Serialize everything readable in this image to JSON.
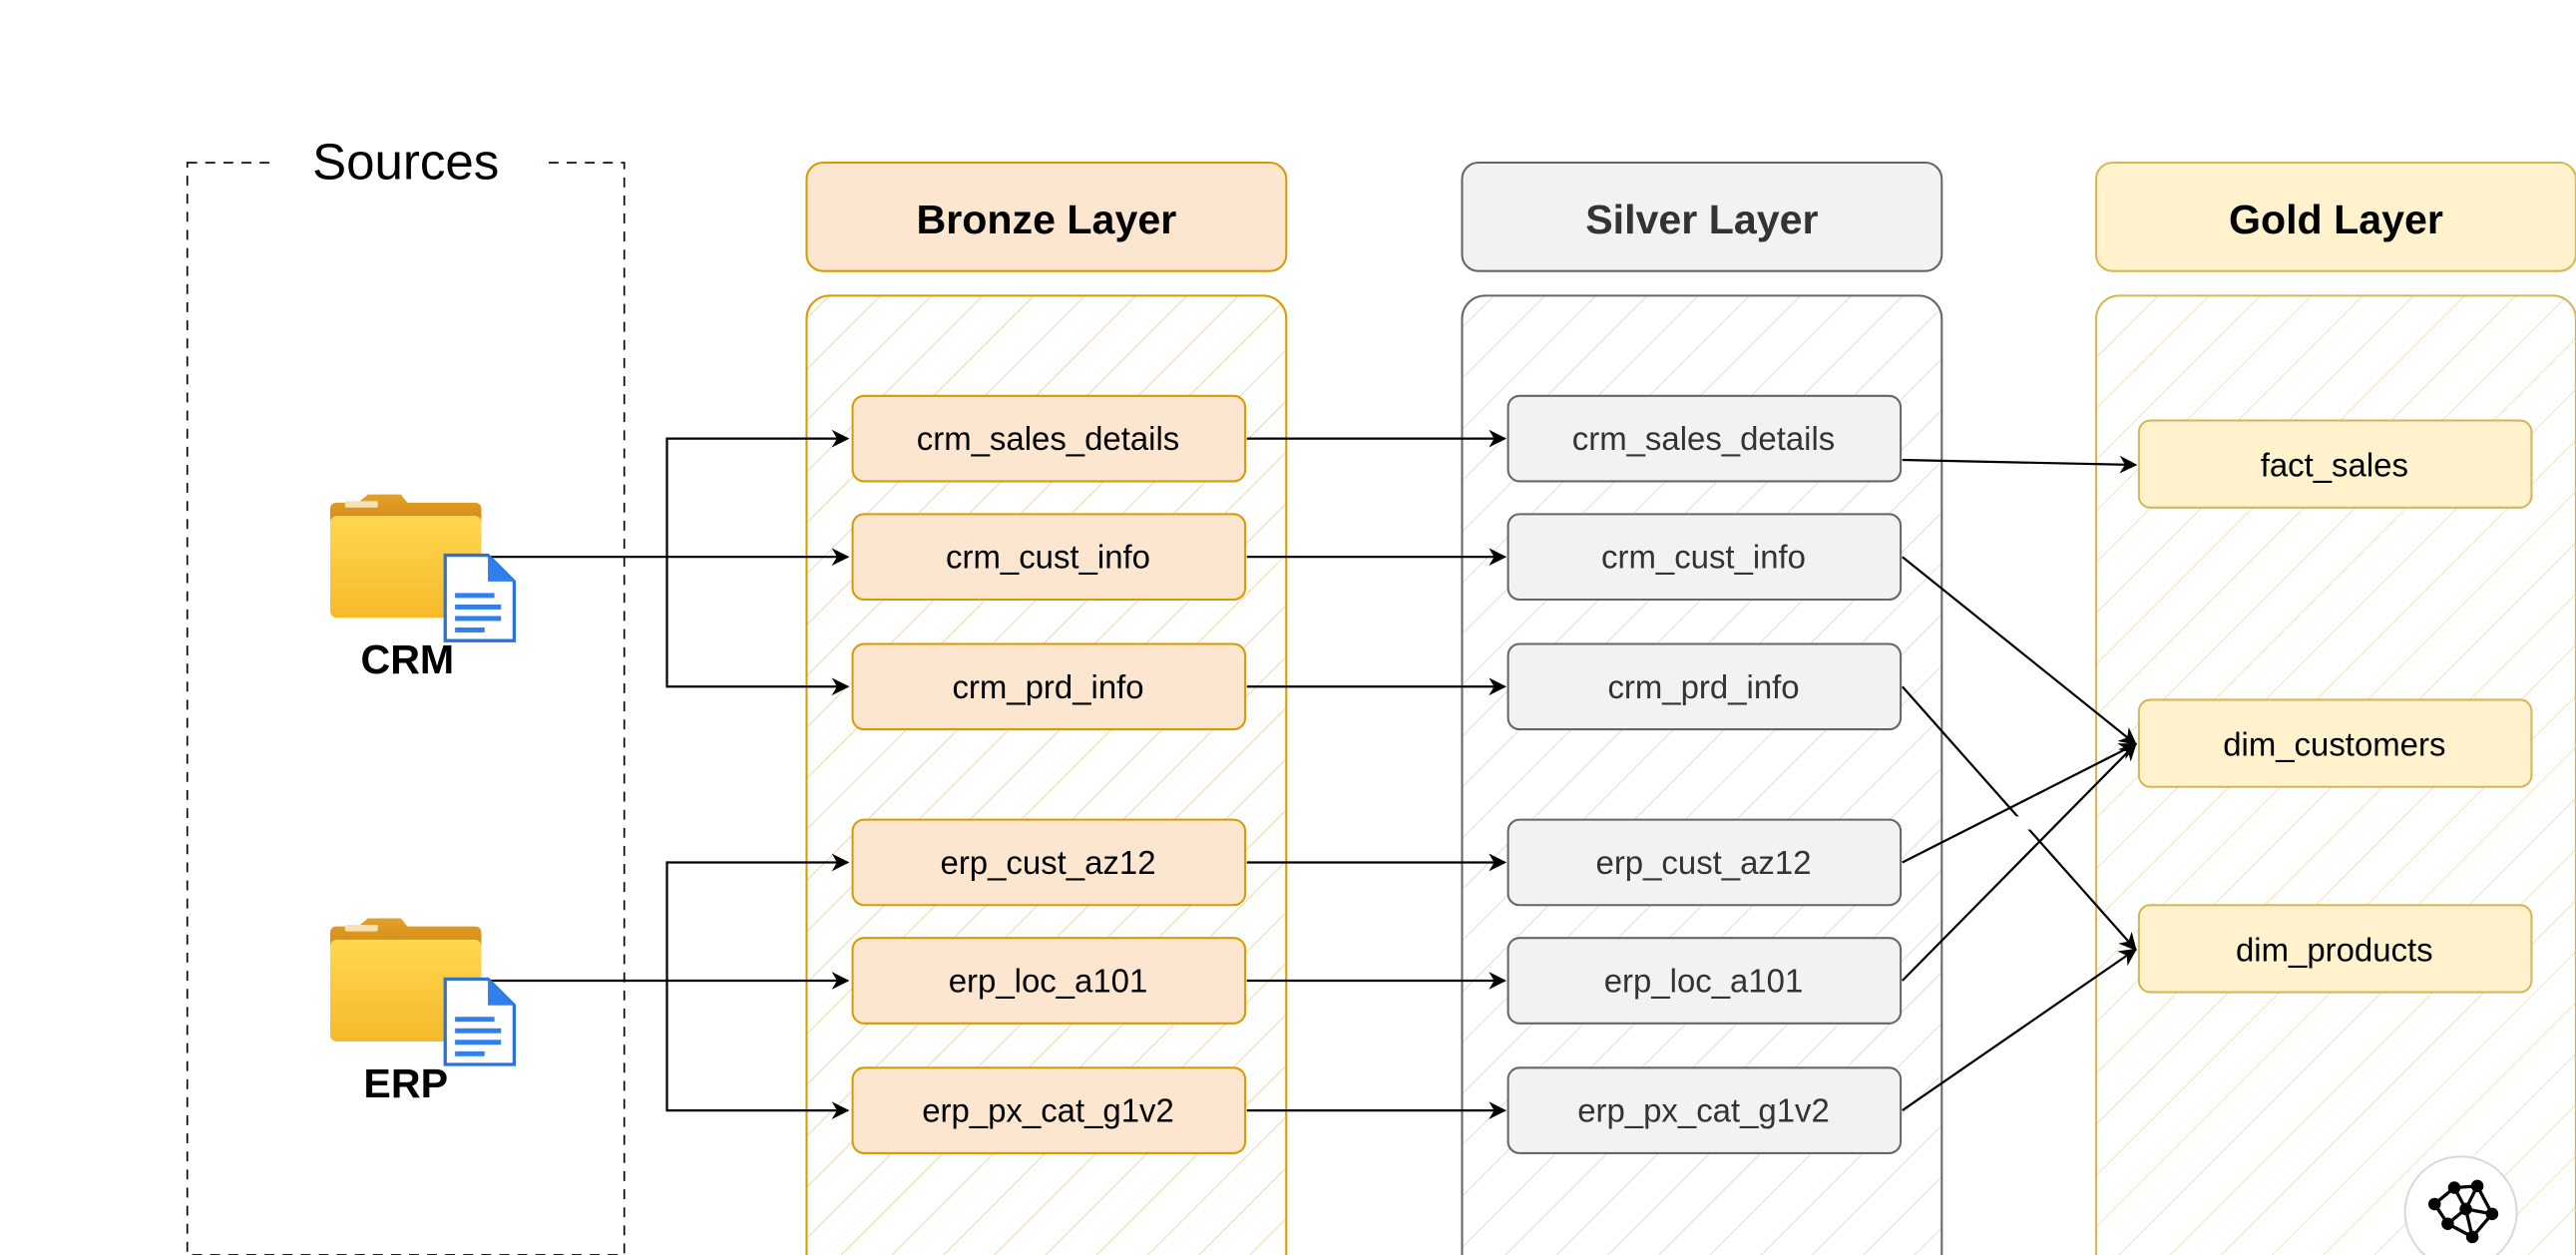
{
  "diagram": {
    "sources": {
      "title": "Sources",
      "items": [
        {
          "id": "crm",
          "label": "CRM",
          "icon": "folder-document-icon"
        },
        {
          "id": "erp",
          "label": "ERP",
          "icon": "folder-document-icon"
        }
      ]
    },
    "layers": {
      "bronze": {
        "title": "Bronze Layer",
        "nodes": [
          {
            "id": "b_crm_sales_details",
            "label": "crm_sales_details"
          },
          {
            "id": "b_crm_cust_info",
            "label": "crm_cust_info"
          },
          {
            "id": "b_crm_prd_info",
            "label": "crm_prd_info"
          },
          {
            "id": "b_erp_cust_az12",
            "label": "erp_cust_az12"
          },
          {
            "id": "b_erp_loc_a101",
            "label": "erp_loc_a101"
          },
          {
            "id": "b_erp_px_cat_g1v2",
            "label": "erp_px_cat_g1v2"
          }
        ]
      },
      "silver": {
        "title": "Silver Layer",
        "nodes": [
          {
            "id": "s_crm_sales_details",
            "label": "crm_sales_details"
          },
          {
            "id": "s_crm_cust_info",
            "label": "crm_cust_info"
          },
          {
            "id": "s_crm_prd_info",
            "label": "crm_prd_info"
          },
          {
            "id": "s_erp_cust_az12",
            "label": "erp_cust_az12"
          },
          {
            "id": "s_erp_loc_a101",
            "label": "erp_loc_a101"
          },
          {
            "id": "s_erp_px_cat_g1v2",
            "label": "erp_px_cat_g1v2"
          }
        ]
      },
      "gold": {
        "title": "Gold Layer",
        "nodes": [
          {
            "id": "g_fact_sales",
            "label": "fact_sales"
          },
          {
            "id": "g_dim_customers",
            "label": "dim_customers"
          },
          {
            "id": "g_dim_products",
            "label": "dim_products"
          }
        ]
      }
    },
    "edges": [
      {
        "from": "crm",
        "to": "b_crm_sales_details"
      },
      {
        "from": "crm",
        "to": "b_crm_cust_info"
      },
      {
        "from": "crm",
        "to": "b_crm_prd_info"
      },
      {
        "from": "erp",
        "to": "b_erp_cust_az12"
      },
      {
        "from": "erp",
        "to": "b_erp_loc_a101"
      },
      {
        "from": "erp",
        "to": "b_erp_px_cat_g1v2"
      },
      {
        "from": "b_crm_sales_details",
        "to": "s_crm_sales_details"
      },
      {
        "from": "b_crm_cust_info",
        "to": "s_crm_cust_info"
      },
      {
        "from": "b_crm_prd_info",
        "to": "s_crm_prd_info"
      },
      {
        "from": "b_erp_cust_az12",
        "to": "s_erp_cust_az12"
      },
      {
        "from": "b_erp_loc_a101",
        "to": "s_erp_loc_a101"
      },
      {
        "from": "b_erp_px_cat_g1v2",
        "to": "s_erp_px_cat_g1v2"
      },
      {
        "from": "s_crm_sales_details",
        "to": "g_fact_sales"
      },
      {
        "from": "s_crm_cust_info",
        "to": "g_dim_customers"
      },
      {
        "from": "s_crm_prd_info",
        "to": "g_dim_products"
      },
      {
        "from": "s_erp_cust_az12",
        "to": "g_dim_customers"
      },
      {
        "from": "s_erp_loc_a101",
        "to": "g_dim_customers"
      },
      {
        "from": "s_erp_px_cat_g1v2",
        "to": "g_dim_products"
      }
    ],
    "badge": {
      "icon": "network-graph-icon"
    }
  },
  "colors": {
    "bronze_fill": "#fde6cf",
    "bronze_stroke": "#d79b00",
    "silver_fill": "#f2f2f2",
    "silver_stroke": "#666666",
    "gold_fill": "#fff2cc",
    "gold_stroke": "#d6b656",
    "text": "#000000",
    "silver_text": "#333333"
  }
}
